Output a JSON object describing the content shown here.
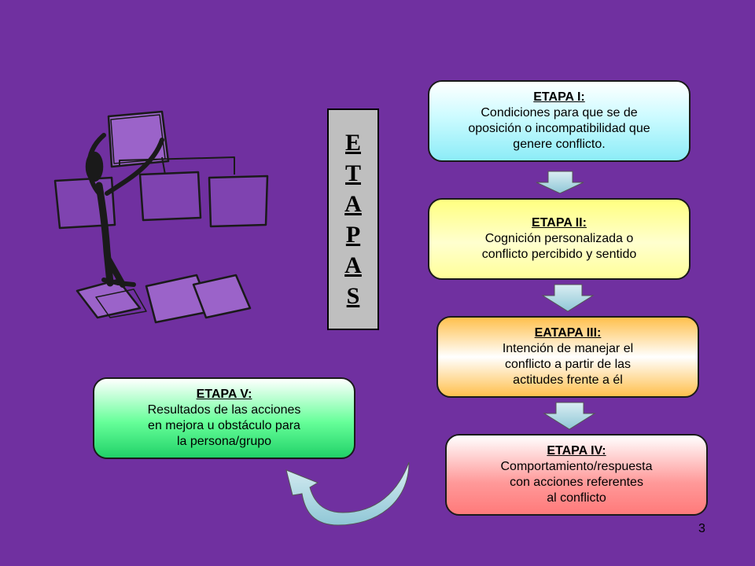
{
  "vertical_label": "ETAPAS",
  "stages": [
    {
      "title": "ETAPA I:",
      "lines": [
        "Condiciones para que se de",
        "oposición o incompatibilidad que",
        "genere conflicto."
      ]
    },
    {
      "title": "ETAPA II:",
      "lines": [
        "Cognición personalizada o",
        "conflicto percibido y sentido"
      ]
    },
    {
      "title": "EATAPA III:",
      "lines": [
        "Intención de manejar el",
        "conflicto a partir de las",
        "actitudes frente a él"
      ]
    },
    {
      "title": "ETAPA IV:",
      "lines": [
        "Comportamiento/respuesta",
        "con acciones referentes",
        "al conflicto"
      ]
    },
    {
      "title": "ETAPA  V:",
      "lines": [
        "Resultados de las acciones",
        "en mejora u obstáculo para",
        "la persona/grupo"
      ]
    }
  ],
  "page_number": "3",
  "colors": {
    "background": "#7030a0",
    "arrow": "#b7dee8",
    "vertical_box": "#bfbfbf"
  },
  "icons": [
    "stick-figure-with-papers-clipart",
    "down-arrow-icon",
    "curved-return-arrow-icon"
  ]
}
